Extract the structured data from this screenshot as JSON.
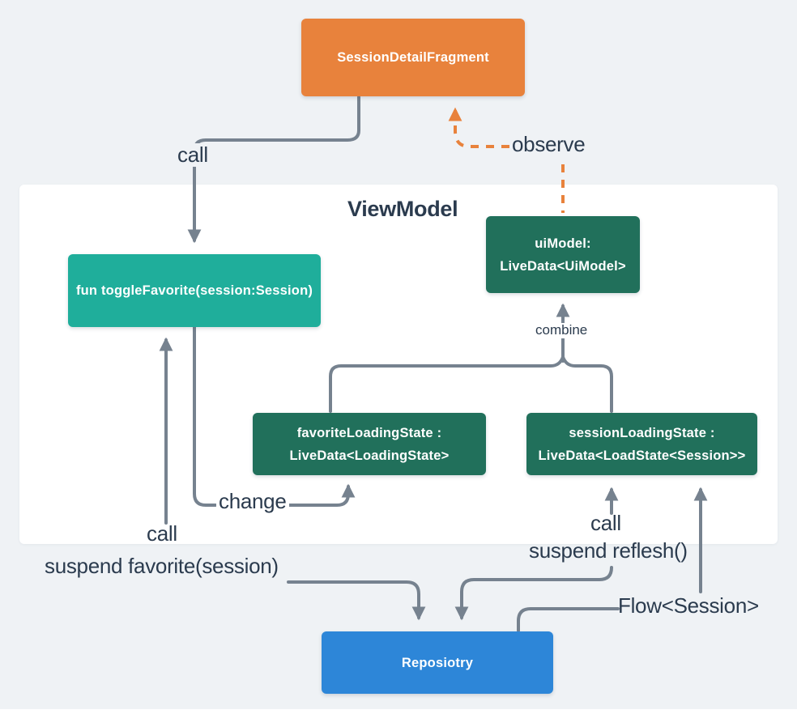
{
  "diagram": {
    "panel_title": "ViewModel",
    "nodes": {
      "fragment": {
        "label": "SessionDetailFragment"
      },
      "toggle_favorite": {
        "label": "fun toggleFavorite(session:Session)"
      },
      "ui_model": {
        "line1": "uiModel:",
        "line2": "LiveData<UiModel>"
      },
      "favorite_loading_state": {
        "line1": "favoriteLoadingState :",
        "line2": "LiveData<LoadingState>"
      },
      "session_loading_state": {
        "line1": "sessionLoadingState :",
        "line2": "LiveData<LoadState<Session>>"
      },
      "repository": {
        "label": "Reposiotry"
      }
    },
    "edge_labels": {
      "call_top": "call",
      "observe": "observe",
      "combine": "combine",
      "change": "change",
      "call_left": "call",
      "suspend_favorite": "suspend favorite(session)",
      "call_right": "call",
      "suspend_reflesh": "suspend reflesh()",
      "flow_session": "Flow<Session>"
    },
    "colors": {
      "background": "#EFF2F5",
      "panel": "#FFFFFF",
      "fragment_orange": "#E8823C",
      "toggle_teal": "#1FAE9B",
      "livedata_green": "#21705B",
      "repository_blue": "#2D86D8",
      "connector_gray": "#76828F",
      "observe_orange": "#E8823C",
      "label_text": "#2B3B4E"
    }
  }
}
